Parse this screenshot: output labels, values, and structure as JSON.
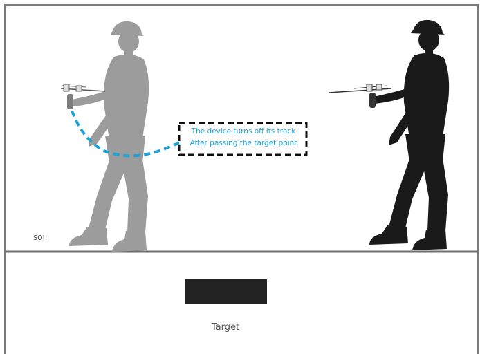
{
  "labels": {
    "soil": "soil",
    "target": "Target",
    "callout_line1": "The device turns off its track",
    "callout_line2": "After passing the target point"
  },
  "colors": {
    "frame": "#7a7a7a",
    "ground_line": "#6e6e6e",
    "figure_before": "#9c9c9c",
    "figure_after": "#1a1a1a",
    "target_block": "#222222",
    "swing_path": "#1aa3d8",
    "callout_border": "#111111",
    "callout_text": "#1aa3d8"
  },
  "icons": {
    "figure_before": "person-holding-detector-icon",
    "figure_after": "person-holding-detector-icon",
    "detector": "dowsing-rod-detector-icon"
  }
}
